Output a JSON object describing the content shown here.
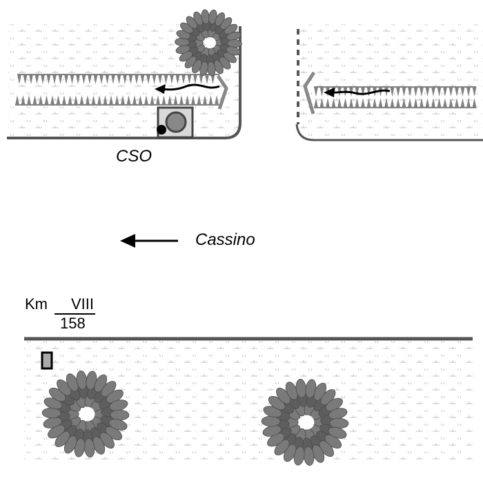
{
  "labels": {
    "cso": "CSO",
    "direction": "Cassino",
    "km_prefix": "Km",
    "km_roman": "VIII",
    "km_number": "158"
  },
  "colors": {
    "road_edge": "#555555",
    "hedge": "#808080",
    "tree": "#6e6e6e",
    "grass_mark": "#c8c8c8",
    "box_fill": "#d9d9d9"
  }
}
